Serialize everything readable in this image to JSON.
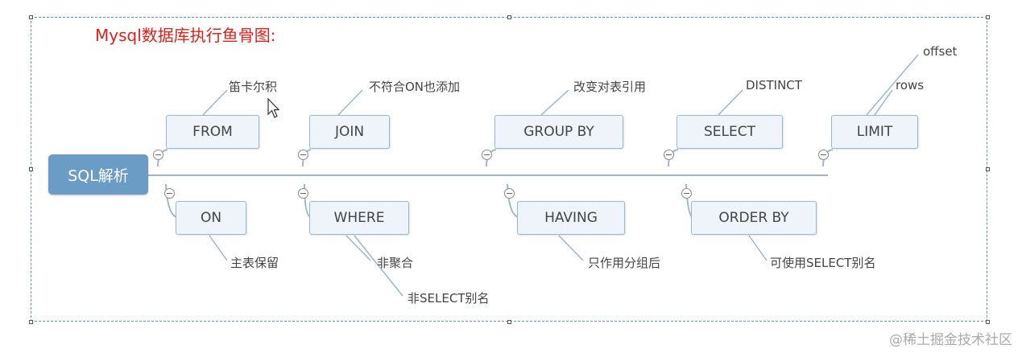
{
  "title": "Mysql数据库执行鱼骨图:",
  "root": "SQL解析",
  "nodes": {
    "from": "FROM",
    "join": "JOIN",
    "group_by": "GROUP BY",
    "select": "SELECT",
    "limit": "LIMIT",
    "on": "ON",
    "where": "WHERE",
    "having": "HAVING",
    "order_by": "ORDER BY"
  },
  "leaves": {
    "from": "笛卡尔积",
    "join": "不符合ON也添加",
    "group_by": "改变对表引用",
    "select": "DISTINCT",
    "limit_offset": "offset",
    "limit_rows": "rows",
    "on": "主表保留",
    "where_1": "非聚合",
    "where_2": "非SELECT别名",
    "having": "只作用分组后",
    "order_by": "可使用SELECT别名"
  },
  "watermark": "@稀土掘金技术社区"
}
